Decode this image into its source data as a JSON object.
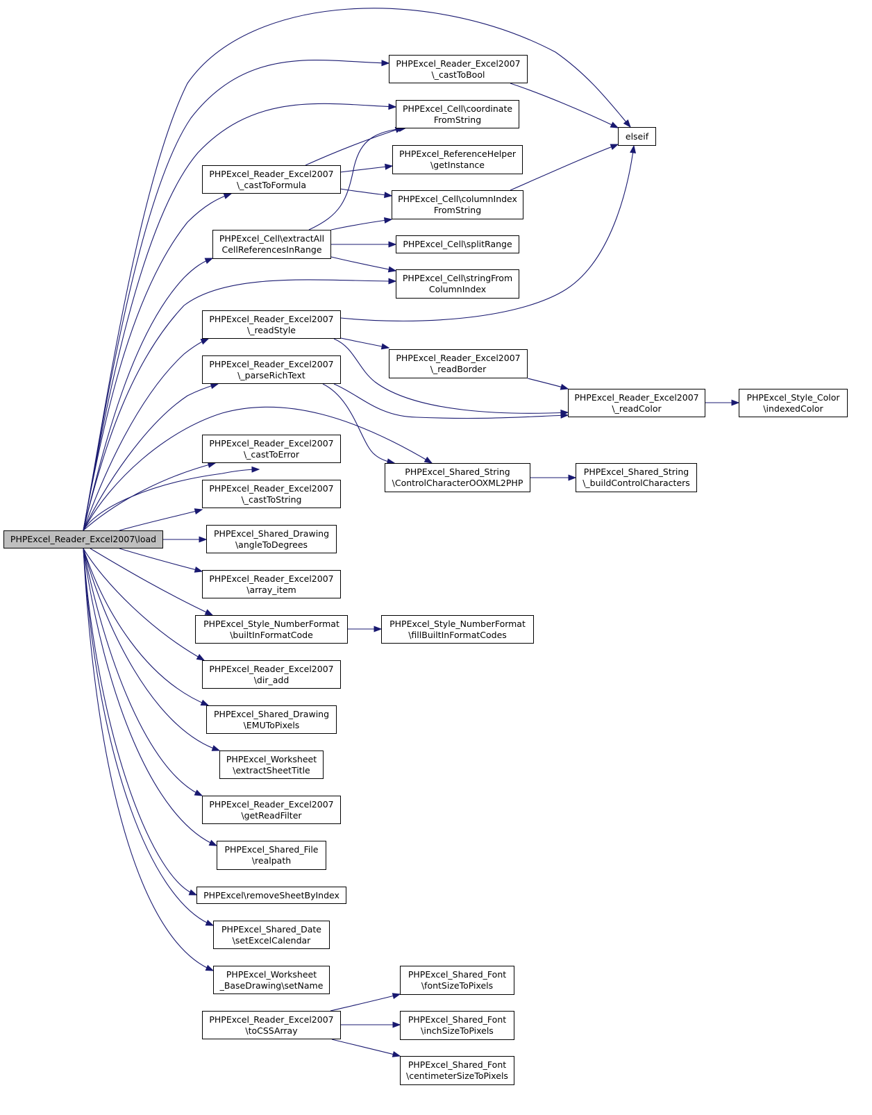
{
  "diagram": {
    "edge_color": "#191970",
    "root_fill": "#bfbfbf",
    "nodes": [
      {
        "id": "load",
        "root": true,
        "lines": [
          "PHPExcel_Reader_Excel2007\\load"
        ]
      },
      {
        "id": "elseif",
        "lines": [
          "elseif"
        ]
      },
      {
        "id": "castToBool",
        "lines": [
          "PHPExcel_Reader_Excel2007",
          "\\_castToBool"
        ]
      },
      {
        "id": "coordinateFromString",
        "lines": [
          "PHPExcel_Cell\\coordinate",
          "FromString"
        ]
      },
      {
        "id": "getInstance",
        "lines": [
          "PHPExcel_ReferenceHelper",
          "\\getInstance"
        ]
      },
      {
        "id": "castToFormula",
        "lines": [
          "PHPExcel_Reader_Excel2007",
          "\\_castToFormula"
        ]
      },
      {
        "id": "columnIndexFromString",
        "lines": [
          "PHPExcel_Cell\\columnIndex",
          "FromString"
        ]
      },
      {
        "id": "extractAll",
        "lines": [
          "PHPExcel_Cell\\extractAll",
          "CellReferencesInRange"
        ]
      },
      {
        "id": "splitRange",
        "lines": [
          "PHPExcel_Cell\\splitRange"
        ]
      },
      {
        "id": "stringFromColumnIndex",
        "lines": [
          "PHPExcel_Cell\\stringFrom",
          "ColumnIndex"
        ]
      },
      {
        "id": "readStyle",
        "lines": [
          "PHPExcel_Reader_Excel2007",
          "\\_readStyle"
        ]
      },
      {
        "id": "readBorder",
        "lines": [
          "PHPExcel_Reader_Excel2007",
          "\\_readBorder"
        ]
      },
      {
        "id": "parseRichText",
        "lines": [
          "PHPExcel_Reader_Excel2007",
          "\\_parseRichText"
        ]
      },
      {
        "id": "readColor",
        "lines": [
          "PHPExcel_Reader_Excel2007",
          "\\_readColor"
        ]
      },
      {
        "id": "indexedColor",
        "lines": [
          "PHPExcel_Style_Color",
          "\\indexedColor"
        ]
      },
      {
        "id": "castToError",
        "lines": [
          "PHPExcel_Reader_Excel2007",
          "\\_castToError"
        ]
      },
      {
        "id": "controlCharOOXML",
        "lines": [
          "PHPExcel_Shared_String",
          "\\ControlCharacterOOXML2PHP"
        ]
      },
      {
        "id": "buildControlChars",
        "lines": [
          "PHPExcel_Shared_String",
          "\\_buildControlCharacters"
        ]
      },
      {
        "id": "castToString",
        "lines": [
          "PHPExcel_Reader_Excel2007",
          "\\_castToString"
        ]
      },
      {
        "id": "angleToDegrees",
        "lines": [
          "PHPExcel_Shared_Drawing",
          "\\angleToDegrees"
        ]
      },
      {
        "id": "arrayItem",
        "lines": [
          "PHPExcel_Reader_Excel2007",
          "\\array_item"
        ]
      },
      {
        "id": "builtInFormatCode",
        "lines": [
          "PHPExcel_Style_NumberFormat",
          "\\builtInFormatCode"
        ]
      },
      {
        "id": "fillBuiltInFormatCodes",
        "lines": [
          "PHPExcel_Style_NumberFormat",
          "\\fillBuiltInFormatCodes"
        ]
      },
      {
        "id": "dirAdd",
        "lines": [
          "PHPExcel_Reader_Excel2007",
          "\\dir_add"
        ]
      },
      {
        "id": "emuToPixels",
        "lines": [
          "PHPExcel_Shared_Drawing",
          "\\EMUToPixels"
        ]
      },
      {
        "id": "extractSheetTitle",
        "lines": [
          "PHPExcel_Worksheet",
          "\\extractSheetTitle"
        ]
      },
      {
        "id": "getReadFilter",
        "lines": [
          "PHPExcel_Reader_Excel2007",
          "\\getReadFilter"
        ]
      },
      {
        "id": "realpath",
        "lines": [
          "PHPExcel_Shared_File",
          "\\realpath"
        ]
      },
      {
        "id": "removeSheetByIndex",
        "lines": [
          "PHPExcel\\removeSheetByIndex"
        ]
      },
      {
        "id": "setExcelCalendar",
        "lines": [
          "PHPExcel_Shared_Date",
          "\\setExcelCalendar"
        ]
      },
      {
        "id": "setName",
        "lines": [
          "PHPExcel_Worksheet",
          "_BaseDrawing\\setName"
        ]
      },
      {
        "id": "toCSSArray",
        "lines": [
          "PHPExcel_Reader_Excel2007",
          "\\toCSSArray"
        ]
      },
      {
        "id": "fontSizeToPixels",
        "lines": [
          "PHPExcel_Shared_Font",
          "\\fontSizeToPixels"
        ]
      },
      {
        "id": "inchSizeToPixels",
        "lines": [
          "PHPExcel_Shared_Font",
          "\\inchSizeToPixels"
        ]
      },
      {
        "id": "centimeterSizeToPixels",
        "lines": [
          "PHPExcel_Shared_Font",
          "\\centimeterSizeToPixels"
        ]
      }
    ],
    "edges": [
      [
        "load",
        "elseif"
      ],
      [
        "load",
        "castToBool"
      ],
      [
        "load",
        "coordinateFromString"
      ],
      [
        "load",
        "castToFormula"
      ],
      [
        "load",
        "extractAll"
      ],
      [
        "load",
        "stringFromColumnIndex"
      ],
      [
        "load",
        "readStyle"
      ],
      [
        "load",
        "parseRichText"
      ],
      [
        "load",
        "controlCharOOXML"
      ],
      [
        "load",
        "castToError"
      ],
      [
        "load",
        "castToString"
      ],
      [
        "load",
        "angleToDegrees"
      ],
      [
        "load",
        "arrayItem"
      ],
      [
        "load",
        "builtInFormatCode"
      ],
      [
        "load",
        "dirAdd"
      ],
      [
        "load",
        "emuToPixels"
      ],
      [
        "load",
        "extractSheetTitle"
      ],
      [
        "load",
        "getReadFilter"
      ],
      [
        "load",
        "realpath"
      ],
      [
        "load",
        "removeSheetByIndex"
      ],
      [
        "load",
        "setExcelCalendar"
      ],
      [
        "load",
        "setName"
      ],
      [
        "load",
        "toCSSArray"
      ],
      [
        "castToBool",
        "elseif"
      ],
      [
        "castToFormula",
        "coordinateFromString"
      ],
      [
        "castToFormula",
        "getInstance"
      ],
      [
        "castToFormula",
        "columnIndexFromString"
      ],
      [
        "columnIndexFromString",
        "elseif"
      ],
      [
        "extractAll",
        "coordinateFromString"
      ],
      [
        "extractAll",
        "columnIndexFromString"
      ],
      [
        "extractAll",
        "splitRange"
      ],
      [
        "extractAll",
        "stringFromColumnIndex"
      ],
      [
        "readStyle",
        "elseif"
      ],
      [
        "readStyle",
        "readBorder"
      ],
      [
        "readStyle",
        "readColor"
      ],
      [
        "readBorder",
        "readColor"
      ],
      [
        "parseRichText",
        "readColor"
      ],
      [
        "parseRichText",
        "controlCharOOXML"
      ],
      [
        "readColor",
        "indexedColor"
      ],
      [
        "controlCharOOXML",
        "buildControlChars"
      ],
      [
        "builtInFormatCode",
        "fillBuiltInFormatCodes"
      ],
      [
        "toCSSArray",
        "fontSizeToPixels"
      ],
      [
        "toCSSArray",
        "inchSizeToPixels"
      ],
      [
        "toCSSArray",
        "centimeterSizeToPixels"
      ]
    ]
  }
}
